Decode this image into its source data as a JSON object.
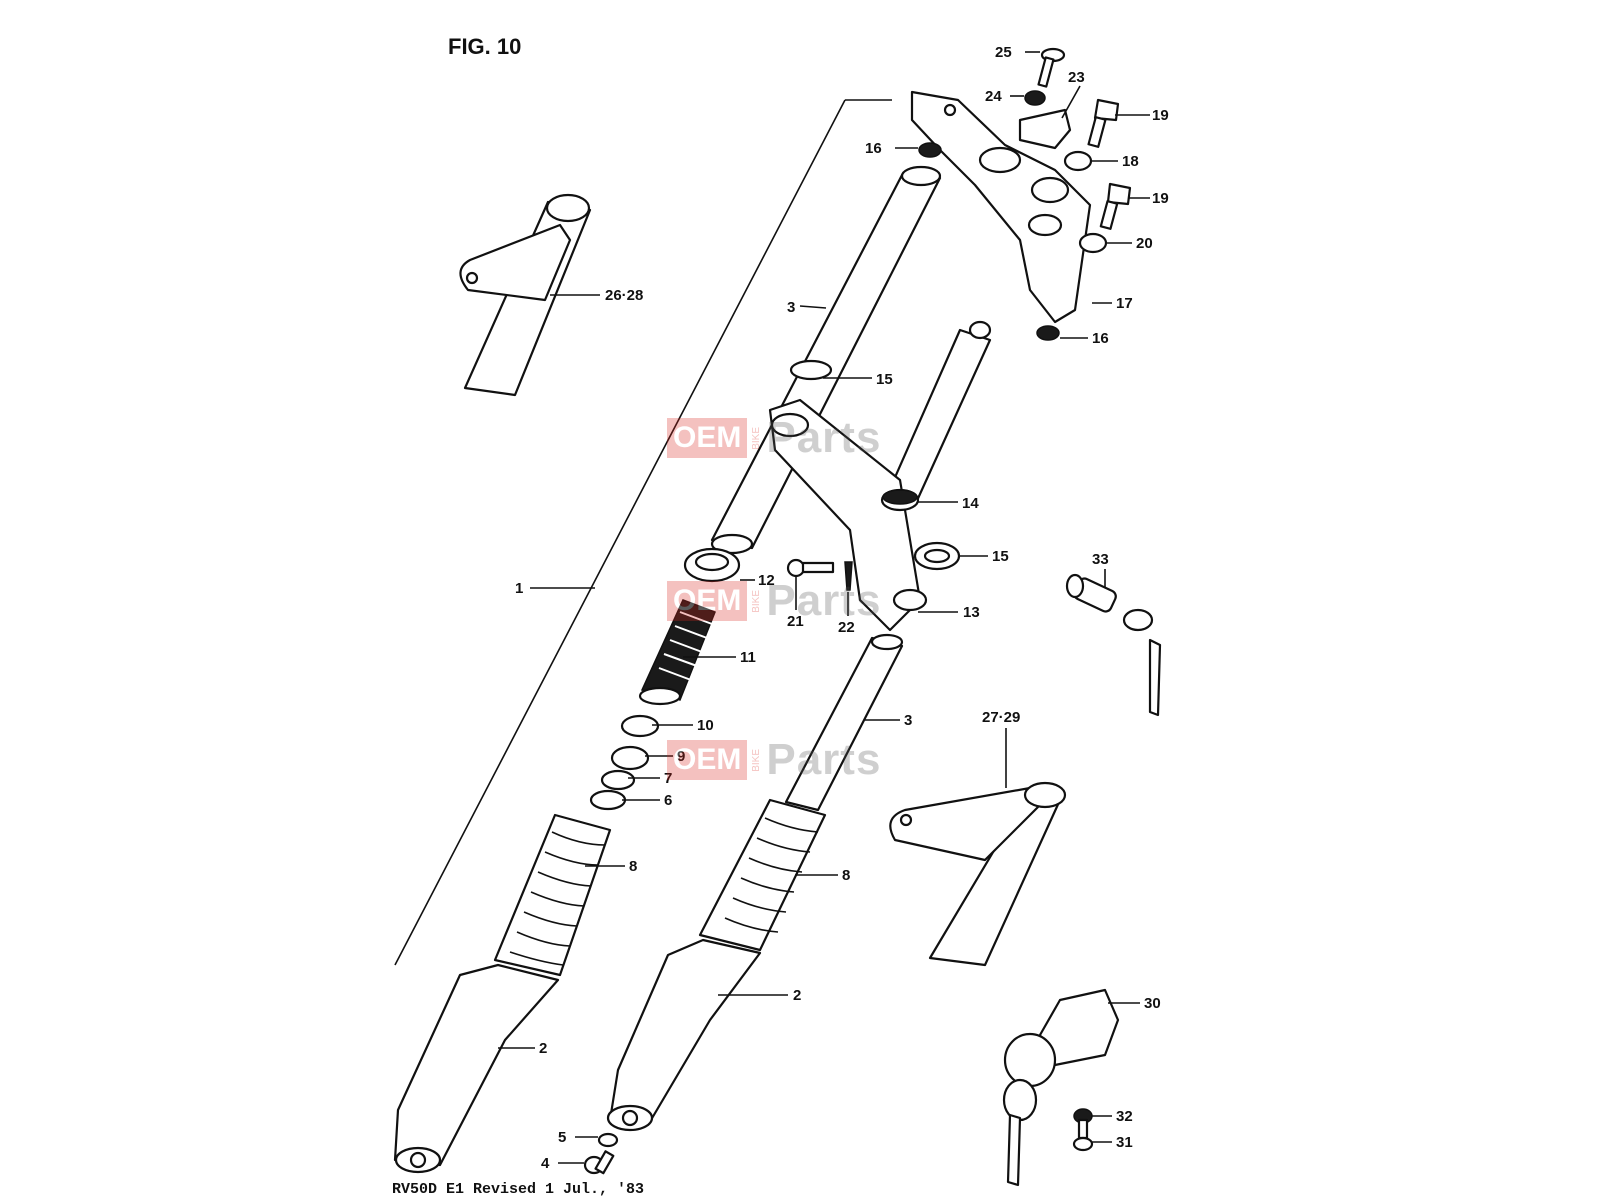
{
  "figure": {
    "title": "FIG. 10",
    "footer": "RV50D E1 Revised 1 Jul., '83"
  },
  "watermark": {
    "oem": "OEM",
    "bike": "BIKE",
    "parts": "Parts",
    "colors": {
      "red": "#d9251d",
      "gray": "#555555"
    }
  },
  "callouts": [
    {
      "id": "c25",
      "text": "25"
    },
    {
      "id": "c24",
      "text": "24"
    },
    {
      "id": "c23",
      "text": "23"
    },
    {
      "id": "c19a",
      "text": "19"
    },
    {
      "id": "c16a",
      "text": "16"
    },
    {
      "id": "c18",
      "text": "18"
    },
    {
      "id": "c19b",
      "text": "19"
    },
    {
      "id": "c20",
      "text": "20"
    },
    {
      "id": "c2628",
      "text": "26·28"
    },
    {
      "id": "c17",
      "text": "17"
    },
    {
      "id": "c3a",
      "text": "3"
    },
    {
      "id": "c16b",
      "text": "16"
    },
    {
      "id": "c15a",
      "text": "15"
    },
    {
      "id": "c14",
      "text": "14"
    },
    {
      "id": "c15b",
      "text": "15"
    },
    {
      "id": "c33",
      "text": "33"
    },
    {
      "id": "c1",
      "text": "1"
    },
    {
      "id": "c12",
      "text": "12"
    },
    {
      "id": "c21",
      "text": "21"
    },
    {
      "id": "c22",
      "text": "22"
    },
    {
      "id": "c13",
      "text": "13"
    },
    {
      "id": "c11",
      "text": "11"
    },
    {
      "id": "c10",
      "text": "10"
    },
    {
      "id": "c3b",
      "text": "3"
    },
    {
      "id": "c2729",
      "text": "27·29"
    },
    {
      "id": "c9",
      "text": "9"
    },
    {
      "id": "c7",
      "text": "7"
    },
    {
      "id": "c6",
      "text": "6"
    },
    {
      "id": "c8a",
      "text": "8"
    },
    {
      "id": "c8b",
      "text": "8"
    },
    {
      "id": "c2b",
      "text": "2"
    },
    {
      "id": "c2a",
      "text": "2"
    },
    {
      "id": "c30",
      "text": "30"
    },
    {
      "id": "c32",
      "text": "32"
    },
    {
      "id": "c5",
      "text": "5"
    },
    {
      "id": "c31",
      "text": "31"
    },
    {
      "id": "c4",
      "text": "4"
    }
  ]
}
